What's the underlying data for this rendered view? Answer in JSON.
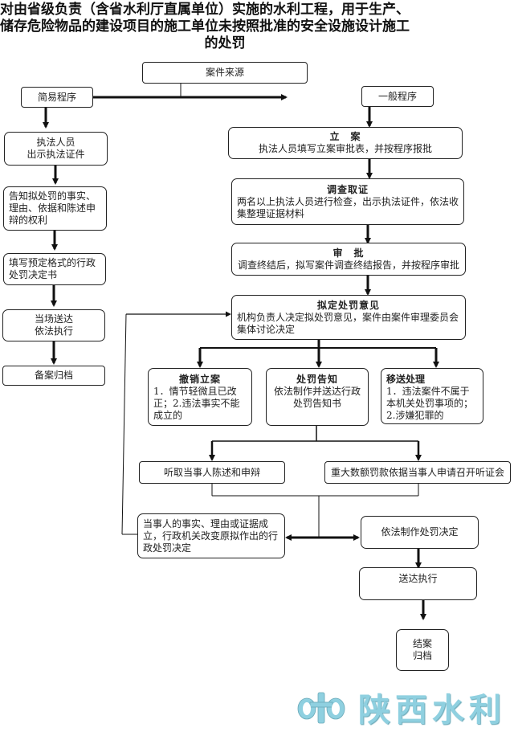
{
  "title": {
    "line1": "对由省级负责（含省水利厅直属单位）实施的水利工程，用于生产、",
    "line2": "储存危险物品的建设项目的施工单位未按照批准的安全设施设计施工",
    "line3": "的处罚"
  },
  "nodes": {
    "source": "案件来源",
    "simple": "简易程序",
    "general": "一般程序",
    "s1": "执法人员\n出示执法证件",
    "s2": "告知拟处罚的事实、理由、依据和陈述申辩的权利",
    "s3": "填写预定格式的行政处罚决定书",
    "s4": "当场送达\n依法执行",
    "s5": "备案归档",
    "g1": {
      "title": "立　案",
      "body": "执法人员填写立案审批表，并按程序报批"
    },
    "g2": {
      "title": "调查取证",
      "body": "两名以上执法人员进行检查，出示执法证件，依法收集整理证据材料"
    },
    "g3": {
      "title": "审　批",
      "body": "调查终结后，拟写案件调查终结报告，并按程序审批"
    },
    "g4": {
      "title": "拟定处罚意见",
      "body": "机构负责人决定拟处罚意见，案件由案件审理委员会集体讨论决定"
    },
    "b1": {
      "title": "撤销立案",
      "body": "1．情节轻微且已改正；2.违法事实不能成立的"
    },
    "b2": {
      "title": "处罚告知",
      "body": "依法制作并送达行政处罚告知书"
    },
    "b3": {
      "title": "移送处理",
      "body": "1．违法案件不属于本机关处罚事项的；2.涉嫌犯罪的"
    },
    "h1": "听取当事人陈述和申辩",
    "h2": "重大数额罚款依据当事人申请召开听证会",
    "c1": "当事人的事实、理由或证据成立，行政机关改变原拟作出的行政处罚决定",
    "c2": "依法制作处罚决定",
    "d1": "送达执行",
    "d2": "结案\n归档"
  },
  "logo": {
    "text": "陕西水利",
    "color": "#8fd0e0",
    "icon": "water-conservancy-emblem-icon"
  }
}
